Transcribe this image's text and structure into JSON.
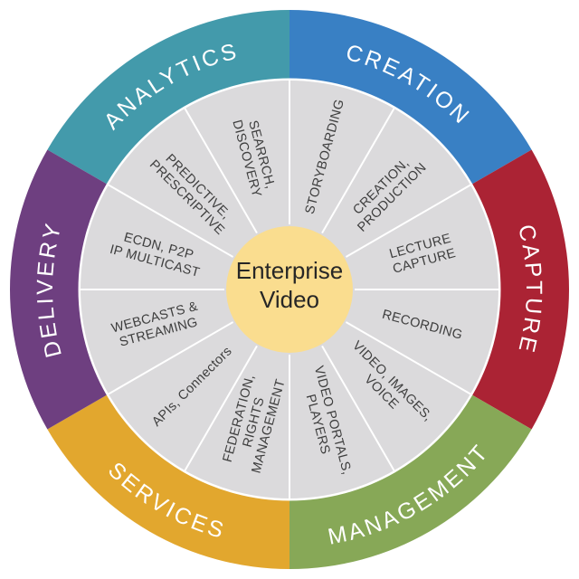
{
  "center": {
    "line1": "Enterprise",
    "line2": "Video",
    "fill": "#FADD8F",
    "text_color": "#262626"
  },
  "colors": {
    "background": "#FFFFFF",
    "wheel": "#DBDADC",
    "divider": "#FFFFFF",
    "inner_text": "#3E3E3E",
    "ring_text": "#FFFFFF"
  },
  "ring": [
    {
      "id": "analytics",
      "label": "ANALYTICS",
      "color": "#439AAB"
    },
    {
      "id": "creation",
      "label": "CREATION",
      "color": "#3980C4"
    },
    {
      "id": "capture",
      "label": "CAPTURE",
      "color": "#AB2334"
    },
    {
      "id": "management",
      "label": "MANAGEMENT",
      "color": "#87A857"
    },
    {
      "id": "services",
      "label": "SERVICES",
      "color": "#E2A72E"
    },
    {
      "id": "delivery",
      "label": "DELIVERY",
      "color": "#6E3F80"
    }
  ],
  "wheel": {
    "segments": [
      {
        "id": "searrch-discovery",
        "lines": [
          "SEARRCH,",
          "DISCOVERY"
        ]
      },
      {
        "id": "storyboarding",
        "lines": [
          "STORYBOARDING"
        ]
      },
      {
        "id": "creation-production",
        "lines": [
          "CREATION,",
          "PRODUCTION"
        ]
      },
      {
        "id": "lecture-capture",
        "lines": [
          "LECTURE",
          "CAPTURE"
        ]
      },
      {
        "id": "recording",
        "lines": [
          "RECORDING"
        ]
      },
      {
        "id": "video-images-voice",
        "lines": [
          "VIDEO, IMAGES,",
          "VOICE"
        ]
      },
      {
        "id": "video-portals-players",
        "lines": [
          "VIDEO PORTALS,",
          "PLAYERS"
        ]
      },
      {
        "id": "federation-rights-management",
        "lines": [
          "FEDERATION,",
          "RIGHTS",
          "MANAGEMENT"
        ]
      },
      {
        "id": "apis-connectors",
        "lines": [
          "APIs, Connectors"
        ]
      },
      {
        "id": "webcasts-streaming",
        "lines": [
          "WEBCASTS &",
          "STREAMING"
        ]
      },
      {
        "id": "ecdn-multicast",
        "lines": [
          "ECDN, P2P",
          "IP MULTICAST"
        ]
      },
      {
        "id": "predictive-prescriptive",
        "lines": [
          "PREDICTIVE,",
          "PRESCRIPTIVE"
        ]
      }
    ]
  }
}
